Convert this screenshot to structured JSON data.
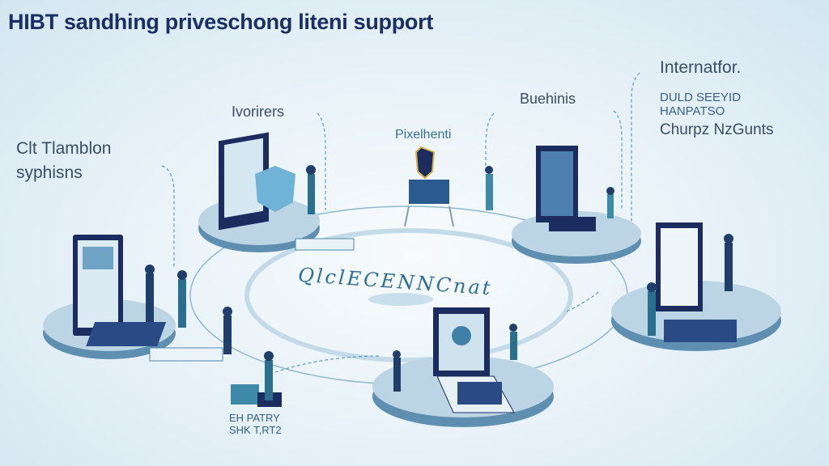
{
  "title": "HIBT sandhing priveschong liteni support",
  "labels": {
    "left_line1": "Clt Tlamblon",
    "left_line2": "syphisns",
    "top_left": "Ivorirers",
    "top_center": "Pixelhenti",
    "top_right": "Buehinis",
    "right_title": "Internatfor.",
    "right_line1": "DULD SEEYID",
    "right_line2": "HANPATSO",
    "right_line3": "Churpz NzGunts",
    "center_script": "QlclECENNCnat",
    "bottom_line1": "EH PATRY",
    "bottom_line2": "SHK T,RT2"
  },
  "colors": {
    "title": "#1b2f63",
    "platform": "#b9d3e3",
    "platform_edge": "#5f8fb0",
    "device": "#1c2c5e",
    "screen": "#cfe3ef",
    "accent": "#3f88b8"
  }
}
